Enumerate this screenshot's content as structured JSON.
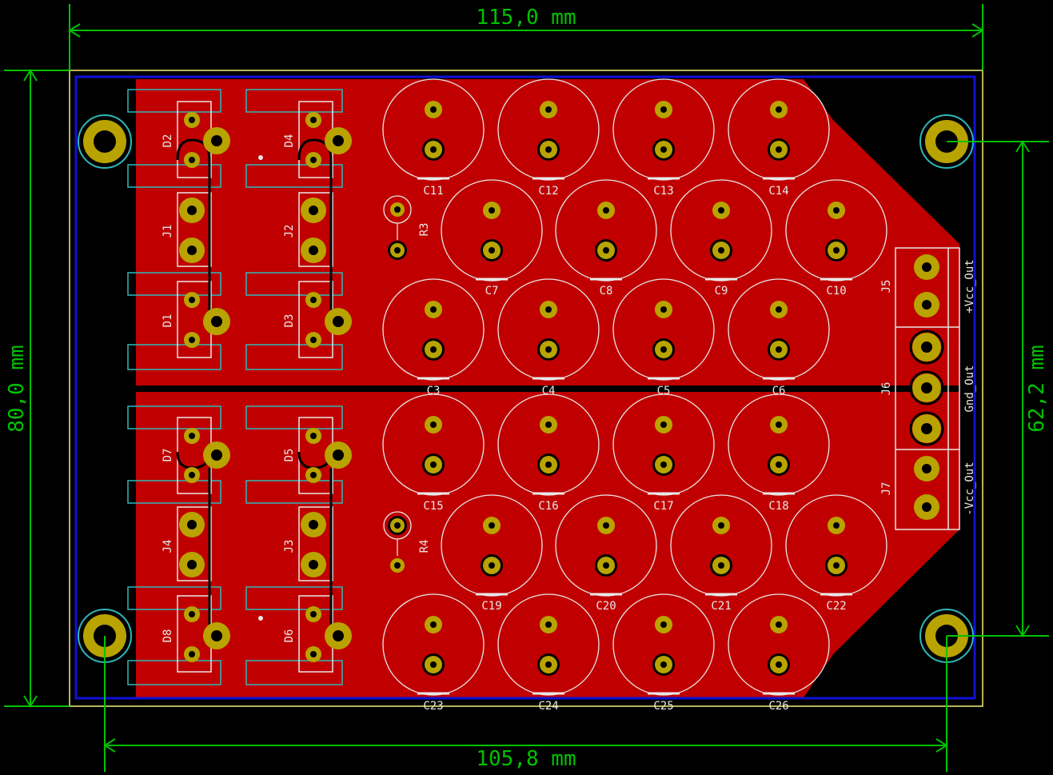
{
  "dimensions": {
    "top_width": "115,0 mm",
    "left_height": "80,0 mm",
    "right_height": "62,2 mm",
    "bottom_width": "105,8 mm"
  },
  "colors": {
    "background": "#000000",
    "copper": "#c00000",
    "edge_cuts": "#f0f07a",
    "keepout": "#1010d8",
    "dimension": "#00c200",
    "silkscreen": "#e8e8e8",
    "courtyard": "#2fb7b7",
    "pad": "#b8a300",
    "fab": "#c000c0"
  },
  "refs": {
    "C3": "C3",
    "C4": "C4",
    "C5": "C5",
    "C6": "C6",
    "C7": "C7",
    "C8": "C8",
    "C9": "C9",
    "C10": "C10",
    "C11": "C11",
    "C12": "C12",
    "C13": "C13",
    "C14": "C14",
    "C15": "C15",
    "C16": "C16",
    "C17": "C17",
    "C18": "C18",
    "C19": "C19",
    "C20": "C20",
    "C21": "C21",
    "C22": "C22",
    "C23": "C23",
    "C24": "C24",
    "C25": "C25",
    "C26": "C26",
    "D1": "D1",
    "D2": "D2",
    "D3": "D3",
    "D4": "D4",
    "D5": "D5",
    "D6": "D6",
    "D7": "D7",
    "D8": "D8",
    "J1": "J1",
    "J2": "J2",
    "J3": "J3",
    "J4": "J4",
    "J5": "J5",
    "J6": "J6",
    "J7": "J7",
    "R3": "R3",
    "R4": "R4"
  },
  "connector_labels": {
    "vcc_out": "+Vcc_Out",
    "gnd_out": "Gnd_Out",
    "neg_vcc_out": "-Vcc_Out"
  }
}
